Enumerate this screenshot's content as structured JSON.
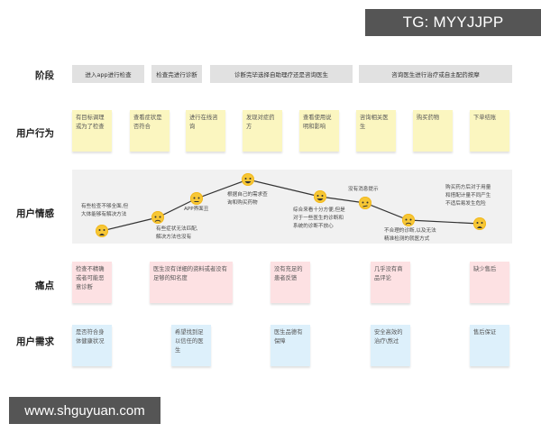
{
  "watermarks": {
    "top_right": "TG: MYYJJPP",
    "bottom_left": "www.shguyuan.com"
  },
  "row_labels": {
    "stage": "阶段",
    "behavior": "用户行为",
    "emotion": "用户情感",
    "pain_points": "痛点",
    "needs": "用户需求"
  },
  "stages": [
    {
      "label": "进入app进行检查"
    },
    {
      "label": "检查完进行诊断"
    },
    {
      "label": "诊断完毕选择自助理疗还是咨询医生"
    },
    {
      "label": "咨询医生进行治疗或自主配药按摩"
    }
  ],
  "behaviors": [
    {
      "text": "有目标调理或为了检查"
    },
    {
      "text": "查看症状是否符合"
    },
    {
      "text": "进行在线咨询"
    },
    {
      "text": "发现对症药方"
    },
    {
      "text": "查看使用说明和影响"
    },
    {
      "text": "咨询相关医生"
    },
    {
      "text": "购买药物"
    },
    {
      "text": "下单结账"
    }
  ],
  "emotions": [
    {
      "mood": "very-sad",
      "text": "有些检查不够全面,但\n大体能够有解决方法"
    },
    {
      "mood": "sad",
      "text": "有些症状无法匹配,\n解决方法也没有"
    },
    {
      "mood": "neutral",
      "text": "APP界面丑"
    },
    {
      "mood": "happy",
      "text": "根据自己的需求查\n询和购买药物"
    },
    {
      "mood": "happy",
      "text": "综合来看十分方便,但是\n对于一些医生的诊断和\n系统的诊断不放心"
    },
    {
      "mood": "neutral",
      "text": "没有消息提示"
    },
    {
      "mood": "sad",
      "text": "不合理的诊断,以及无法\n精准检测的就医方式"
    },
    {
      "mood": "very-sad",
      "text": "购买药方后对于用量\n和搭配计量不同产生\n不适后易发生危险"
    }
  ],
  "pain_points": [
    {
      "text": "检查不精确或者可能恶意诊断"
    },
    {
      "text": "医生没有详细的资料或者没有足够的知名度"
    },
    {
      "text": "没有充足的患者反馈"
    },
    {
      "text": "几乎没有商品评论"
    },
    {
      "text": "缺少售后"
    }
  ],
  "needs": [
    {
      "text": "是否符合身体健康状况"
    },
    {
      "text": "希望找到足以信任的医生"
    },
    {
      "text": "医生品德有保障"
    },
    {
      "text": "安全高效的治疗\\熬过"
    },
    {
      "text": "售后保证"
    }
  ],
  "colors": {
    "stage_bg": "#e1e1e1",
    "behavior_note": "#fbf6c0",
    "pain_note": "#fde1e3",
    "need_note": "#ddf0fb",
    "emotion_panel": "#f1f1f1",
    "face": "#f7c735"
  }
}
